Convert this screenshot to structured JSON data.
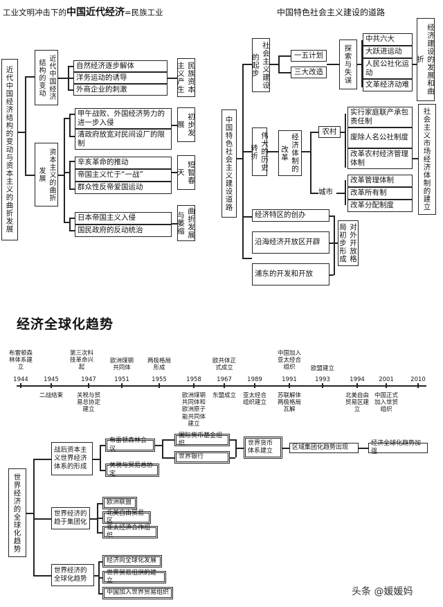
{
  "left_title": "工业文明冲击下的中国近代经济=民族工业",
  "left_title_prefix": "工业文明冲击下的",
  "left_title_main": "中国近代经济",
  "left_title_suffix": "=民族工业",
  "left_root": "近代中国经济结构的变动与资本主义的曲折发展",
  "left_branch1": "近代中国经济结构的变动",
  "left_branch1_items": [
    "自然经济逐步解体",
    "洋务运动的诱导",
    "外商企业的刺激"
  ],
  "left_branch1_result": "民族资本主义产生",
  "left_branch2": "资本主义的曲折发展",
  "left_b2_group1": [
    "甲午战败、外国经济势力的进一步入侵",
    "清政府放宽对民间设厂的限制"
  ],
  "left_b2_group1_result": "初步发展",
  "left_b2_group2": [
    "辛亥革命的推动",
    "帝国主义忙于“一战”",
    "群众性反帝爱国运动"
  ],
  "left_b2_group2_result": "短暂春天",
  "left_b2_group3": [
    "日本帝国主义入侵",
    "国民政府的反动统治"
  ],
  "left_b2_group3_result": "曲折发展与萎缩",
  "right_title": "中国特色社会主义建设的道路",
  "right_root": "中国特色社会主义建设道路",
  "right_b1": "社会主义建设的起步",
  "right_b1_items": [
    "一五计划",
    "三大改造"
  ],
  "right_b1_mid": "探索与失误",
  "right_b1_events": [
    "中共六大",
    "大跃进运动",
    "人民公社化运动",
    "文革经济动难"
  ],
  "right_b1_result": "经济建设的发展和曲折",
  "right_b2": "伟大的历史转折",
  "right_b2_sub": "经济体制的改革",
  "right_rural": "农村",
  "right_rural_items": [
    "实行家庭联产承包责任制",
    "废除人名公社制度",
    "改革农村经济管理体制"
  ],
  "right_urban": "城市",
  "right_urban_items": [
    "改革管理体制",
    "改革所有制",
    "改革分配制度"
  ],
  "right_b2_result": "社会主义市场经济体制的建立",
  "right_b3_items": [
    "经济特区的创办",
    "沿海经济开放区开辟",
    "浦东的开发和开放"
  ],
  "right_b3_result": "对外开放格局初步形成",
  "glob_title": "经济全球化趋势",
  "timeline_top": [
    {
      "year": "1944",
      "text": "布雷顿森林体系建立"
    },
    {
      "year": "1947",
      "text": "第三次科技革命兴起"
    },
    {
      "year": "1951",
      "text": "欧洲煤钢共同体"
    },
    {
      "year": "1955",
      "text": "两极格局形成"
    },
    {
      "year": "1967",
      "text": "欧共体正式成立"
    },
    {
      "year": "1991",
      "text": "中国加入亚太经合组织"
    },
    {
      "year": "1993",
      "text": "欧盟建立"
    }
  ],
  "timeline_years": [
    "1944",
    "1945",
    "1947",
    "1951",
    "1955",
    "1958",
    "1967",
    "1989",
    "1991",
    "1993",
    "1994",
    "2001",
    "2010"
  ],
  "timeline_bottom": [
    {
      "year": "1945",
      "text": "二战结束"
    },
    {
      "year": "1947",
      "text": "关税与贸易总协定建立"
    },
    {
      "year": "1958",
      "text": "欧洲煤钢共同体和欧洲原子能共同体建立"
    },
    {
      "year": "1967",
      "text": "东盟成立"
    },
    {
      "year": "1989",
      "text": "亚太经合组织建立"
    },
    {
      "year": "1991",
      "text": "苏联解体两极格局瓦解"
    },
    {
      "year": "1994",
      "text": "北美自由贸易区建立"
    },
    {
      "year": "2001",
      "text": "中国正式加入世贸组织"
    }
  ],
  "glob_root": "世界经济的全球化趋势",
  "glob_b1": "战后资本主义世界经济体系的形成",
  "glob_b1_items": [
    "布雷顿森林会议",
    "关税与贸易总协定"
  ],
  "glob_b1_sub": [
    "国际货币基金组织",
    "世界银行"
  ],
  "glob_b1_chain": [
    "世界货币体系建立",
    "区域集团化趋势出现",
    "经济全球化趋势加强"
  ],
  "glob_b2": "世界经济的趋于集团化",
  "glob_b2_items": [
    "欧洲联盟",
    "北美自由贸易区",
    "亚太经济合作组织"
  ],
  "glob_b3": "世界经济的全球化趋势",
  "glob_b3_items": [
    "经济向全球化发展",
    "世界贸易组织的建立",
    "中国加入世界贸易组织"
  ],
  "watermark": "头条 @媛媛妈"
}
